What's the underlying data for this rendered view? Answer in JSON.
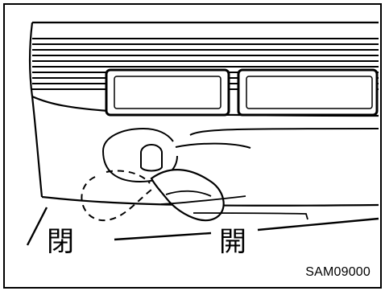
{
  "labels": {
    "closed": "閉",
    "open": "開",
    "figure_code": "SAM09000"
  },
  "colors": {
    "ink": "#000000",
    "background": "#ffffff"
  }
}
